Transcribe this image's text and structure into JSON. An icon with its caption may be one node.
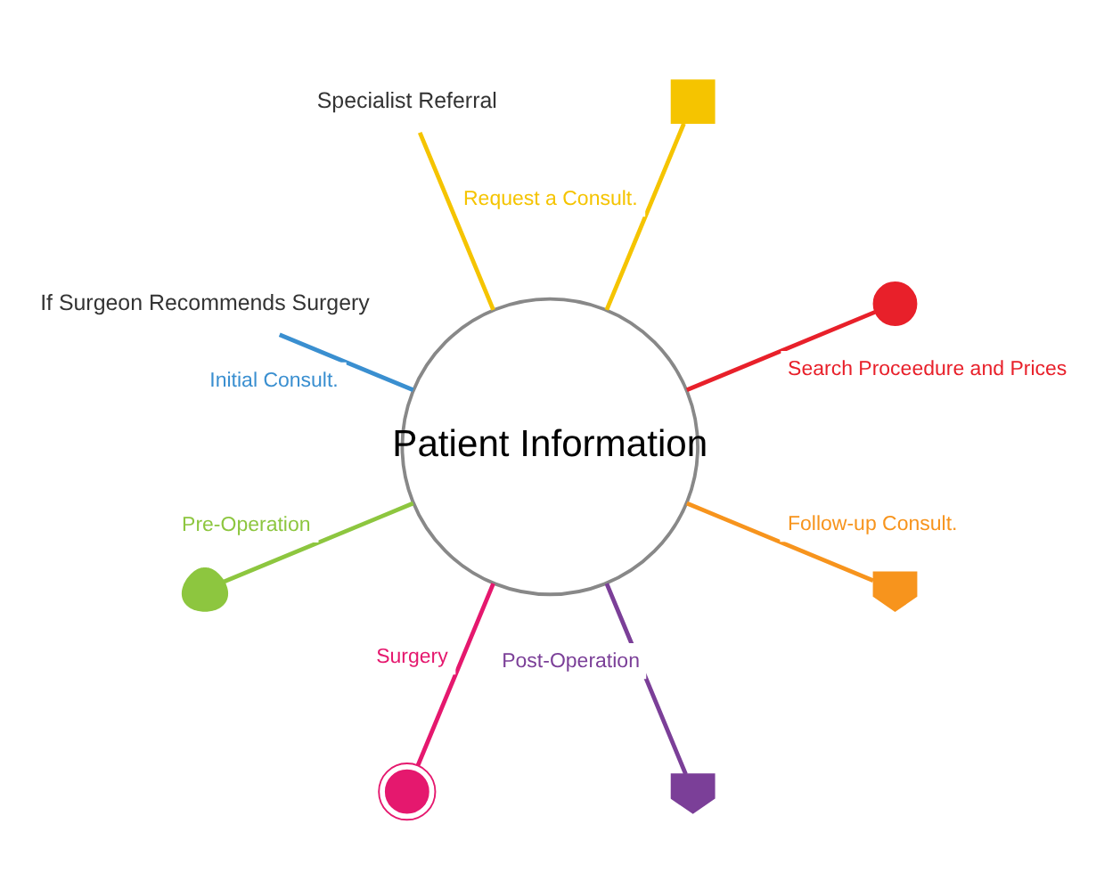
{
  "diagram": {
    "nodes": [
      {
        "text": [
          "Patient Information"
        ]
      },
      {
        "text": [],
        "shape": "globe"
      },
      {
        "text": [],
        "shape": "phone"
      },
      {
        "text": [
          "Specialist Referral"
        ]
      },
      {
        "text": [
          "If Surgeon Recommends Surgery"
        ]
      },
      {
        "text": [],
        "shape": "stethoscope"
      },
      {
        "text": [],
        "shape": "clock"
      },
      {
        "text": [],
        "shape": "person"
      },
      {
        "text": [],
        "shape": "person"
      }
    ],
    "edges": [
      {
        "from": 0,
        "to": 1,
        "arrow": "none",
        "label": "Search Proceedure and Prices",
        "color": "#e8202a"
      },
      {
        "from": 0,
        "to": 2,
        "arrow": "none",
        "label": "Request a Consult.",
        "color": "#f5c400"
      },
      {
        "from": 0,
        "to": 3,
        "arrow": "none",
        "color": "#f5c400"
      },
      {
        "from": 0,
        "to": 4,
        "arrow": "none",
        "label": "Initial Consult.",
        "color": "#3a8fd0"
      },
      {
        "from": 0,
        "to": 5,
        "arrow": "none",
        "label": "Pre-Operation",
        "color": "#8dc63f"
      },
      {
        "from": 0,
        "to": 6,
        "arrow": "none",
        "label": "Surgery",
        "color": "#e5186e"
      },
      {
        "from": 0,
        "to": 7,
        "arrow": "none",
        "label": "Post-Operation",
        "color": "#7b3f98"
      },
      {
        "from": 0,
        "to": 8,
        "arrow": "none",
        "label": "Follow-up Consult.",
        "color": "#f7941d"
      }
    ]
  }
}
